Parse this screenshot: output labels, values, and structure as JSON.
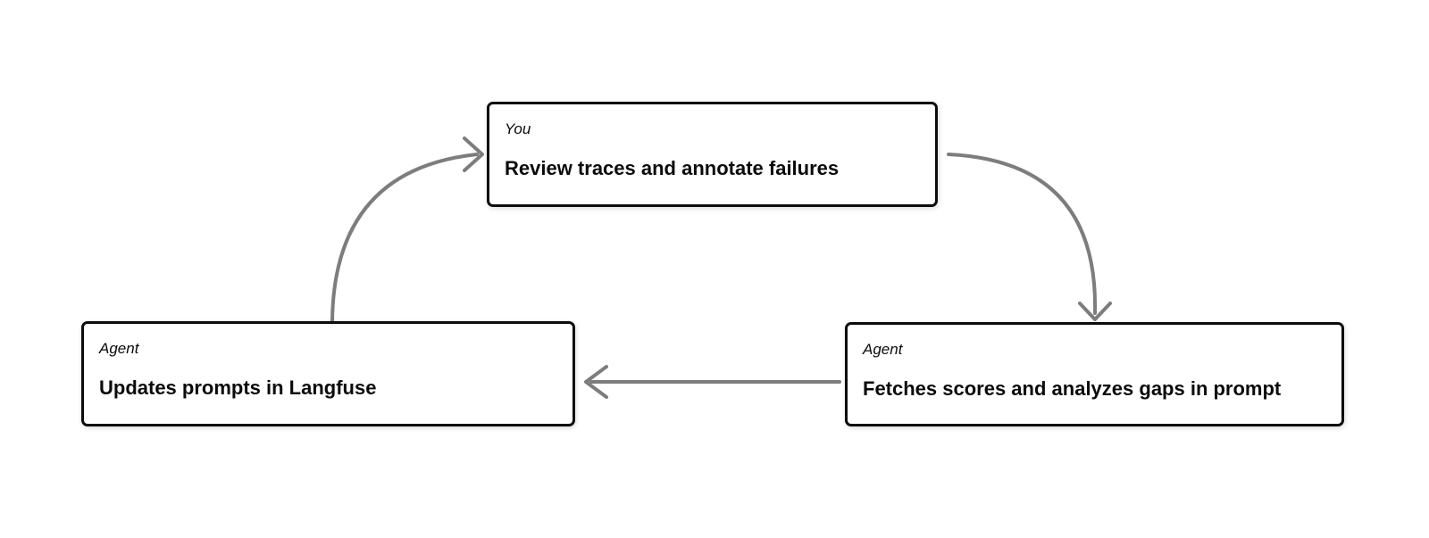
{
  "diagram": {
    "type": "cycle-flowchart",
    "background": "#ffffff",
    "colors": {
      "box_border": "#0c0c0c",
      "box_fill": "#ffffff",
      "arrow": "#7d7d7d",
      "text": "#0b0b0b"
    },
    "nodes": [
      {
        "id": "you-review",
        "role_label": "You",
        "title": "Review traces and annotate failures"
      },
      {
        "id": "agent-fetch",
        "role_label": "Agent",
        "title": "Fetches scores and analyzes gaps in prompt"
      },
      {
        "id": "agent-update",
        "role_label": "Agent",
        "title": "Updates prompts in Langfuse"
      }
    ],
    "edges": [
      {
        "from": "you-review",
        "to": "agent-fetch",
        "shape": "curved-down-right"
      },
      {
        "from": "agent-fetch",
        "to": "agent-update",
        "shape": "straight-left"
      },
      {
        "from": "agent-update",
        "to": "you-review",
        "shape": "curved-up-right"
      }
    ]
  }
}
